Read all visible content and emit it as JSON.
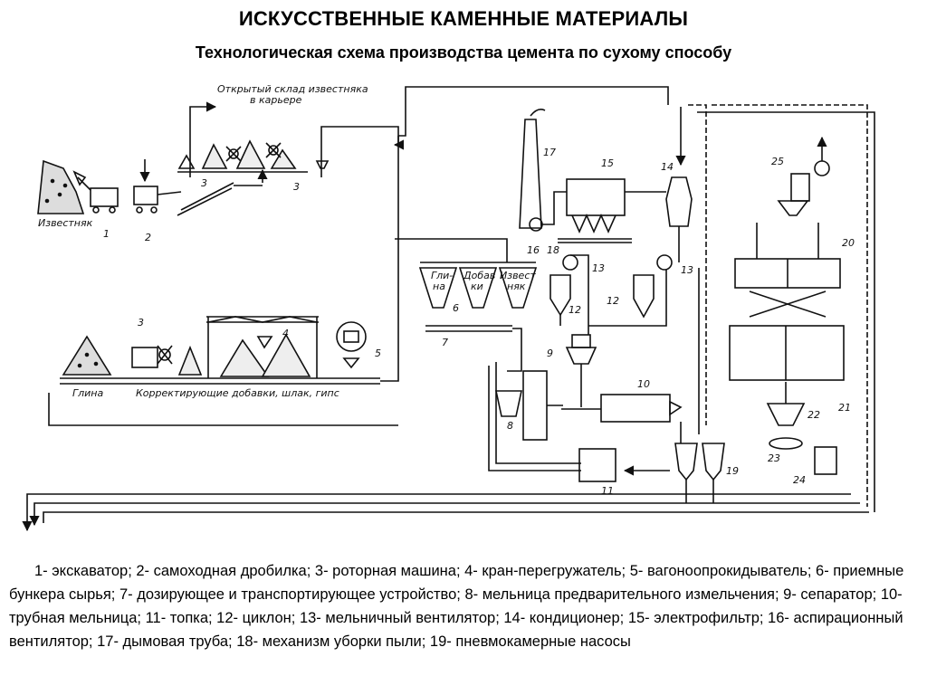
{
  "header": {
    "title": "ИСКУССТВЕННЫЕ КАМЕННЫЕ МАТЕРИАЛЫ",
    "subtitle": "Технологическая схема производства цемента  по сухому способу"
  },
  "diagram": {
    "labels": {
      "quarry_store_line1": "Открытый склад известняка",
      "quarry_store_line2": "в карьере",
      "limestone": "Известняк",
      "clay": "Глина",
      "correctives": "Корректирующие добавки, шлак, гипс",
      "bin_clay_1": "Гли-",
      "bin_clay_2": "на",
      "bin_add_1": "Добав",
      "bin_add_2": "ки",
      "bin_lime_1": "Извест",
      "bin_lime_2": "няк"
    },
    "numbers": {
      "n1": "1",
      "n2": "2",
      "n3a": "3",
      "n3b": "3",
      "n3c": "3",
      "n4": "4",
      "n5": "5",
      "n6": "6",
      "n7": "7",
      "n8": "8",
      "n9": "9",
      "n10": "10",
      "n11": "11",
      "n12a": "12",
      "n12b": "12",
      "n13a": "13",
      "n13b": "13",
      "n14": "14",
      "n15": "15",
      "n16": "16",
      "n17": "17",
      "n18": "18",
      "n19": "19",
      "n20": "20",
      "n21": "21",
      "n22": "22",
      "n23": "23",
      "n24": "24",
      "n25": "25"
    }
  },
  "legend": {
    "text": "1- экскаватор; 2- самоходная дробилка; 3- роторная машина; 4- кран-перегружатель; 5- вагоноопрокидыватель; 6- приемные бункера сырья; 7- дозирующее и транспортирующее устройство; 8- мельница предварительного измельчения; 9- сепаратор; 10- трубная мельница; 11- топка; 12- циклон; 13- мельничный вентилятор; 14- кондиционер; 15- электрофильтр; 16- аспирационный вентилятор; 17- дымовая труба; 18- механизм уборки пыли; 19- пневмокамерные насосы"
  }
}
